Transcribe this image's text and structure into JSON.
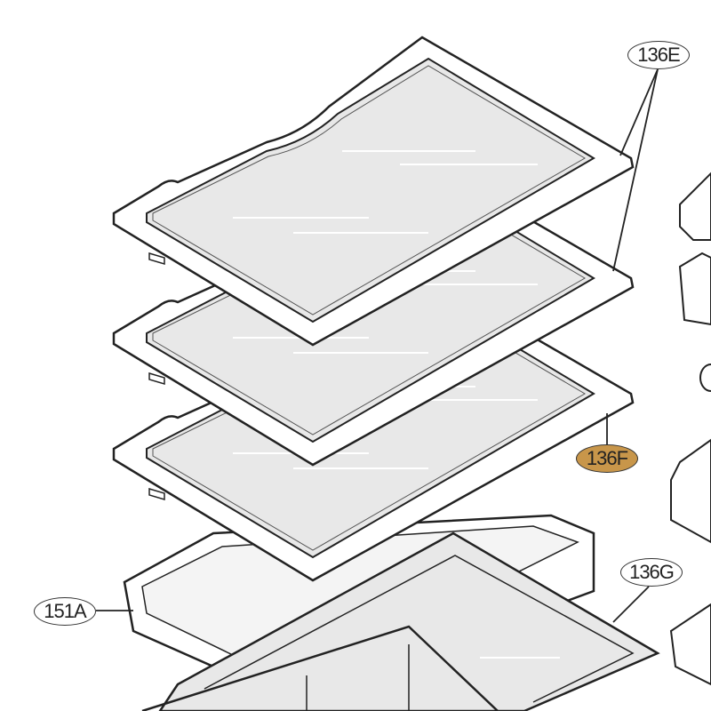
{
  "diagram": {
    "callouts": [
      {
        "id": "136E",
        "label": "136E",
        "highlighted": false
      },
      {
        "id": "136F",
        "label": "136F",
        "highlighted": true
      },
      {
        "id": "136G",
        "label": "136G",
        "highlighted": false
      },
      {
        "id": "151A",
        "label": "151A",
        "highlighted": false
      }
    ],
    "colors": {
      "highlight": "#c8964a",
      "glass": "#e6e6e6",
      "line": "#222222"
    }
  }
}
